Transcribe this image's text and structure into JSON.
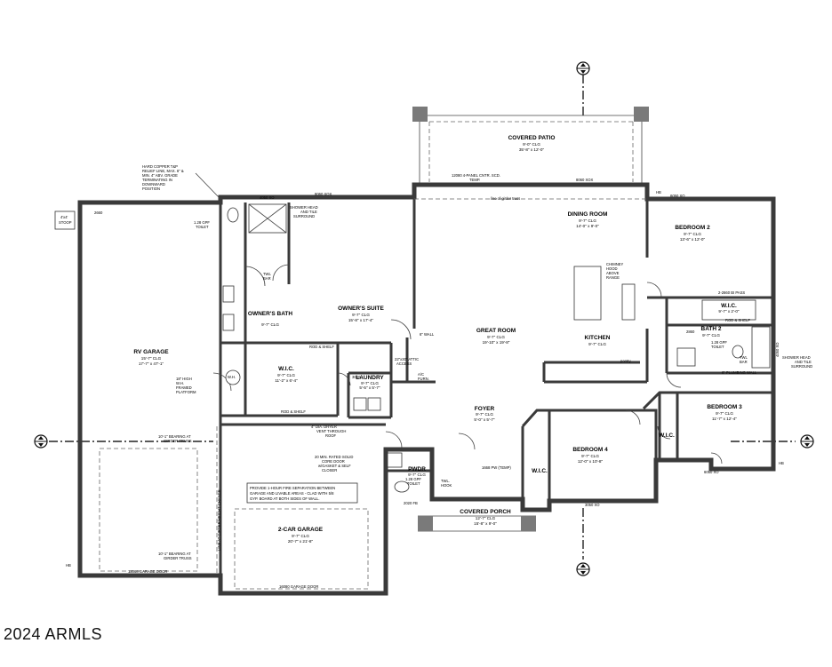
{
  "watermark": "2024 ARMLS",
  "rooms": [
    {
      "key": "covered_patio",
      "name": "COVERED PATIO",
      "dims": [
        "9'-0\" CLG",
        "35'-8\" x 12'-0\""
      ]
    },
    {
      "key": "dining",
      "name": "DINING ROOM",
      "dims": [
        "9'-7\" CLG",
        "14'-0\" x 9'-0\""
      ]
    },
    {
      "key": "bedroom2",
      "name": "BEDROOM 2",
      "dims": [
        "9'-7\" CLG",
        "13'-6\" x 12'-0\""
      ]
    },
    {
      "key": "owners_suite",
      "name": "OWNER'S SUITE",
      "dims": [
        "9'-7\" CLG",
        "15'-8\" x 17'-4\""
      ]
    },
    {
      "key": "owners_bath",
      "name": "OWNER'S BATH",
      "dims": [
        "9'-7\" CLG"
      ]
    },
    {
      "key": "great_room",
      "name": "GREAT ROOM",
      "dims": [
        "9'-7\" CLG",
        "19'-10\" x 19'-8\""
      ]
    },
    {
      "key": "kitchen",
      "name": "KITCHEN",
      "dims": [
        "9'-7\" CLG"
      ]
    },
    {
      "key": "bath2",
      "name": "BATH 2",
      "dims": [
        "9'-7\" CLG"
      ]
    },
    {
      "key": "rv_garage",
      "name": "RV GARAGE",
      "dims": [
        "15'-7\" CLG",
        "17'-7\" x 47'-1\""
      ]
    },
    {
      "key": "wic_owner",
      "name": "W.I.C.",
      "dims": [
        "9'-7\" CLG",
        "11'-2\" x 6'-4\""
      ]
    },
    {
      "key": "laundry",
      "name": "LAUNDRY",
      "dims": [
        "9'-7\" CLG",
        "5'-5\" x 5'-7\""
      ]
    },
    {
      "key": "foyer",
      "name": "FOYER",
      "dims": [
        "9'-7\" CLG",
        "5'-0\" x 5'-7\""
      ]
    },
    {
      "key": "bedroom3",
      "name": "BEDROOM 3",
      "dims": [
        "9'-7\" CLG",
        "11'-7\" x 12'-4\""
      ]
    },
    {
      "key": "bedroom4",
      "name": "BEDROOM 4",
      "dims": [
        "9'-7\" CLG",
        "12'-0\" x 10'-8\""
      ]
    },
    {
      "key": "pwdr",
      "name": "PWDR",
      "dims": [
        "9'-7\" CLG"
      ]
    },
    {
      "key": "wic_b4",
      "name": "W.I.C.",
      "dims": []
    },
    {
      "key": "wic_b3",
      "name": "W.I.C.",
      "dims": []
    },
    {
      "key": "wic_b2",
      "name": "W.I.C.",
      "dims": [
        "9'-7\" x 2'-0\""
      ]
    },
    {
      "key": "two_car",
      "name": "2-CAR GARAGE",
      "dims": [
        "9'-7\" CLG",
        "20'-7\" x 21'-8\""
      ]
    },
    {
      "key": "covered_porch",
      "name": "COVERED PORCH",
      "dims": [
        "12'-7\" CLG",
        "15'-8\" x 9'-0\""
      ]
    }
  ],
  "notes": {
    "copper": [
      "HARD COPPER T&P",
      "RELIEF LINE, MAX. 6\" &",
      "MIN. 4\" ABV. GRADE",
      "TERMINATING IN",
      "DOWNWARD",
      "POSITION"
    ],
    "stoop": [
      "4'x4'",
      "STOOP"
    ],
    "toilet_owner": [
      "1.28 GPF",
      "TOILET"
    ],
    "shower_owner": [
      "SHOWER HEAD",
      "AND TILE",
      "SURROUND"
    ],
    "twl_bar_owner": [
      "TWL",
      "BAR"
    ],
    "platform": [
      "18\" HIGH",
      "W.H.",
      "FRAMED",
      "PLATFORM"
    ],
    "bearing1": [
      "10'-1\" BEARING AT",
      "GIRDER TRUSS"
    ],
    "bearing2": [
      "10'-1\" BEARING AT",
      "GIRDER TRUSS"
    ],
    "girder_line": "LINE AT GIRDER/HEIGHT CHANGE",
    "fire_sep": [
      "PROVIDE 1-HOUR FIRE SEPARATION  BETWEEN",
      "GARAGE AND LIVABLE AREAS - CLAD WITH 5/8",
      "GYP. BOARD AT BOTH SIDES OF WALL."
    ],
    "solid_core": [
      "20 MIN. RATED SOLID",
      "CORE DOOR",
      "w/GASKET & SELF",
      "CLOSER"
    ],
    "dryer_vent": [
      "4\" DIA. DRYER",
      "VENT THROUGH",
      "ROOF"
    ],
    "attic": [
      "22\"x30\" ATTIC",
      "ACCESS"
    ],
    "chimney": [
      "CHIMNEY",
      "HOOD",
      "ABOVE",
      "RANGE"
    ],
    "girder_truss_line": "line of girder truss",
    "twl_hook": [
      "TWL.",
      "HOOK"
    ],
    "pwdr_toilet": [
      "1.28 GPF",
      "TOILET"
    ],
    "bath2_toilet": [
      "1.28 GPF",
      "TOILET"
    ],
    "bath2_twl": [
      "TWL",
      "BAR"
    ],
    "shower_b2": [
      "SHOWER HEAD",
      "AND TILE",
      "SURROUND"
    ],
    "plumbing_wall": "6\" PLUMBING WALL",
    "wall6": "6\" WALL",
    "panel_door": [
      "12080 4-PANEL CNTR. SCD.",
      "TEMP."
    ],
    "rod_shelf": "ROD & SHELF",
    "pantry": "pantry",
    "ac": [
      "A/C",
      "FURN."
    ],
    "wh": "W.H."
  },
  "openings": {
    "garage_door_rv": "12068 GARAGE DOOR",
    "garage_door_2car": "16080 GARAGE DOOR",
    "entry": "1668 PW (TEMP)",
    "x4050": "4050 XO",
    "x8060a": "8060 XOX",
    "x8060b": "8060 XOX",
    "x6050a": "6050 XO",
    "x6050b": "6050 XO",
    "x3050": "3050 XO",
    "x2020": "2020 FB",
    "x4050b": "4050 XO",
    "x2660": "2660",
    "x2860": "2860",
    "x3060": "3060",
    "pass": "2-2660 BI PASS",
    "hb": "HB"
  }
}
